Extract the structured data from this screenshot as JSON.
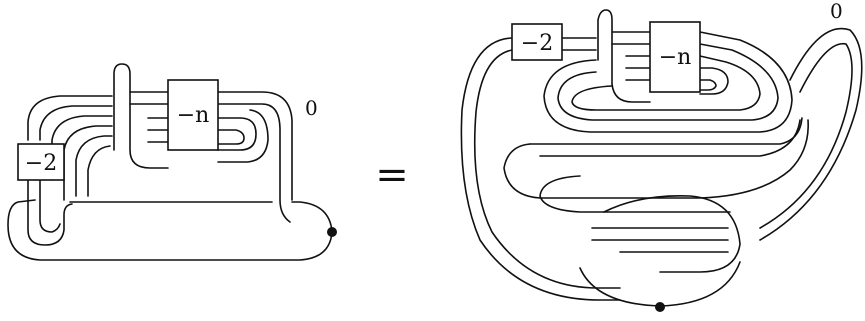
{
  "left_diagram": {
    "twist_box_left": "−2",
    "twist_box_center": "−n",
    "framing": "0"
  },
  "equals_sign": "=",
  "right_diagram": {
    "twist_box_left": "−2",
    "twist_box_center": "−n",
    "framing": "0"
  },
  "colors": {
    "ink": "#111111",
    "background": "#ffffff"
  }
}
